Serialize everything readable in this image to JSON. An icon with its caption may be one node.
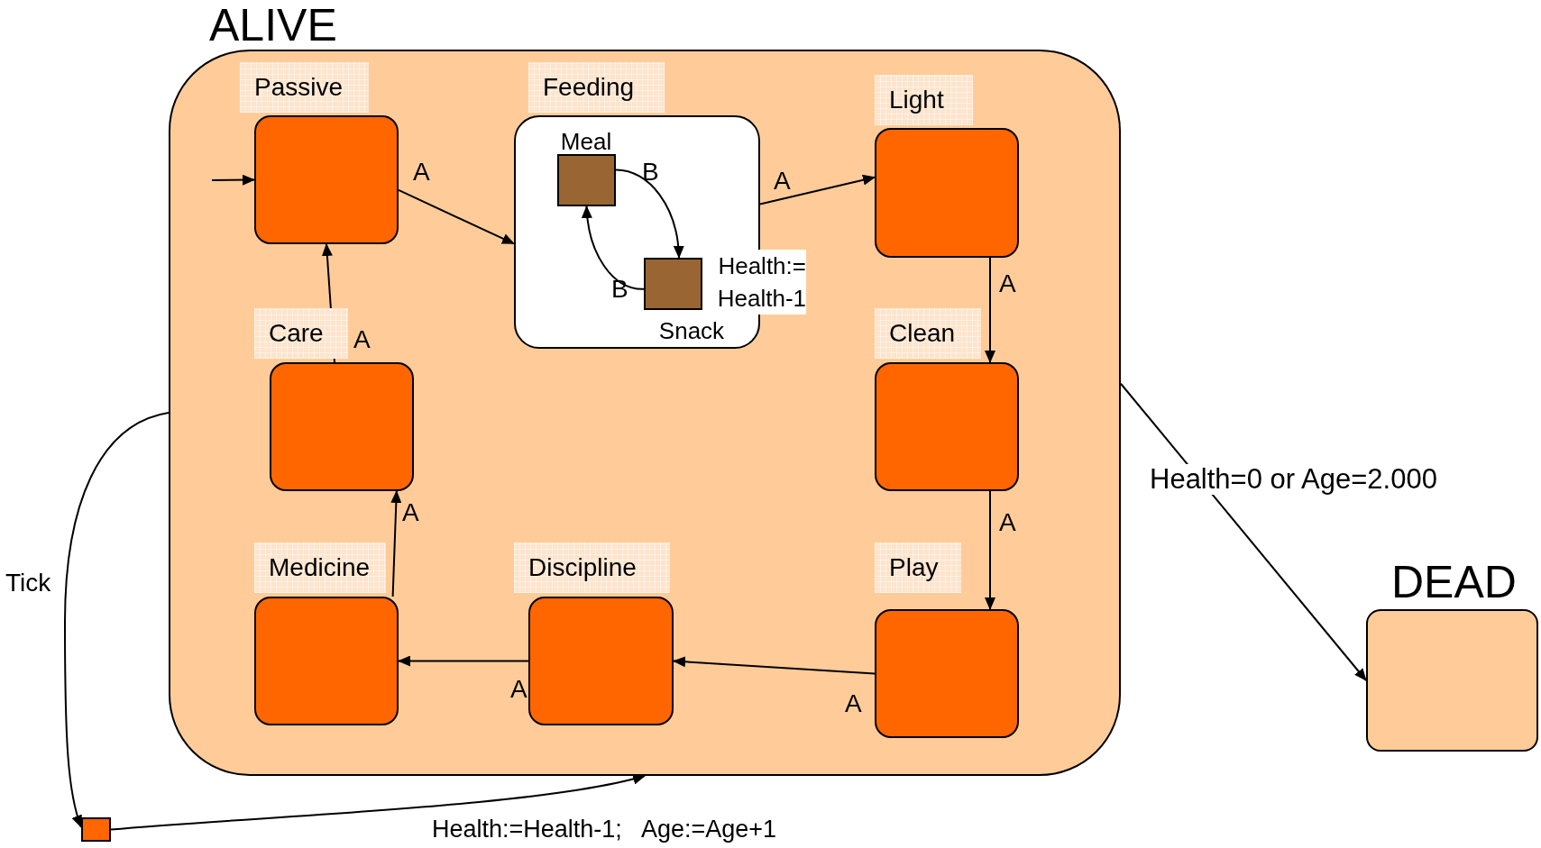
{
  "diagram": {
    "nodes": [
      {
        "text": [
          "ALIVE"
        ]
      },
      {
        "text": [
          "Passive"
        ],
        "in": 0
      },
      {
        "text": [
          "Feeding"
        ],
        "in": 0
      },
      {
        "text": [
          "Meal"
        ],
        "in": 2
      },
      {
        "text": [
          "Snack"
        ],
        "in": 2,
        "beside": [
          "Health:= Health-1"
        ]
      },
      {
        "text": [
          "Light"
        ],
        "in": 0
      },
      {
        "text": [
          "Clean"
        ],
        "in": 0
      },
      {
        "text": [
          "Play"
        ],
        "in": 0
      },
      {
        "text": [
          "Discipline"
        ],
        "in": 0
      },
      {
        "text": [
          "Medicine"
        ],
        "in": 0
      },
      {
        "text": [
          "Care"
        ],
        "in": 0
      },
      {
        "text": [
          "DEAD"
        ]
      },
      {
        "text": [],
        "shape": "box"
      }
    ],
    "edges": [
      {
        "from": null,
        "to": 1,
        "arrow": "to"
      },
      {
        "from": 1,
        "to": 2,
        "arrow": "to",
        "label": "A"
      },
      {
        "from": 2,
        "to": 5,
        "arrow": "to",
        "label": "A"
      },
      {
        "from": 3,
        "to": 4,
        "arrow": "to",
        "label": "B"
      },
      {
        "from": 4,
        "to": 3,
        "arrow": "to",
        "label": "B"
      },
      {
        "from": 5,
        "to": 6,
        "arrow": "to",
        "label": "A"
      },
      {
        "from": 6,
        "to": 7,
        "arrow": "to",
        "label": "A"
      },
      {
        "from": 7,
        "to": 8,
        "arrow": "to",
        "label": "A"
      },
      {
        "from": 8,
        "to": 9,
        "arrow": "to",
        "label": "A"
      },
      {
        "from": 9,
        "to": 10,
        "arrow": "to",
        "label": "A"
      },
      {
        "from": 10,
        "to": 1,
        "arrow": "to",
        "label": "A"
      },
      {
        "from": 0,
        "to": 11,
        "arrow": "to",
        "label": "Health=0 or Age=2.000"
      },
      {
        "from": 0,
        "to": 12,
        "arrow": "to",
        "label": "Tick"
      },
      {
        "from": 12,
        "to": 0,
        "arrow": "to",
        "label": "Health:=Health-1;   Age:=Age+1"
      }
    ]
  }
}
